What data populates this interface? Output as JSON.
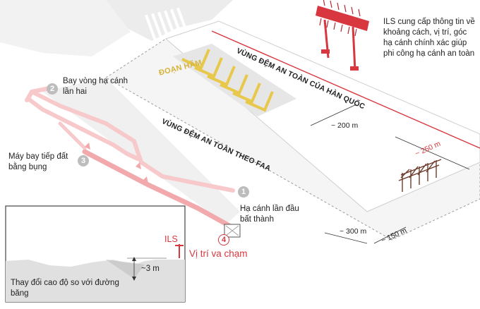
{
  "ils_text": "ILS cung cấp thông tin về khoảng cách, vị trí, góc hạ cánh chính xác giúp phi công hạ cánh an toàn",
  "zone_korea": "VÙNG ĐỆM AN TOÀN CỦA HÀN QUỐC",
  "zone_faa": "VÙNG ĐỆM AN TOÀN THEO FAA",
  "dam": "ĐOẠN HÃM",
  "dim_200": "~ 200 m",
  "dim_250": "~ 250 m",
  "dim_300": "~ 300 m",
  "dim_150": "~ 150 m",
  "steps": [
    {
      "num": "1",
      "text": "Hạ cánh lần đầu bất thành"
    },
    {
      "num": "2",
      "text": "Bay vòng hạ cánh lần hai"
    },
    {
      "num": "3",
      "text": "Máy bay tiếp đất bằng bụng"
    },
    {
      "num": "4",
      "text": "Vị trí va chạm"
    }
  ],
  "inset": {
    "ils": "ILS",
    "height": "~3 m",
    "caption": "Thay đổi cao độ so với đường băng"
  },
  "colors": {
    "accent": "#d8373f",
    "hatch": "#e8c84a",
    "grey": "#bdbdbd"
  }
}
